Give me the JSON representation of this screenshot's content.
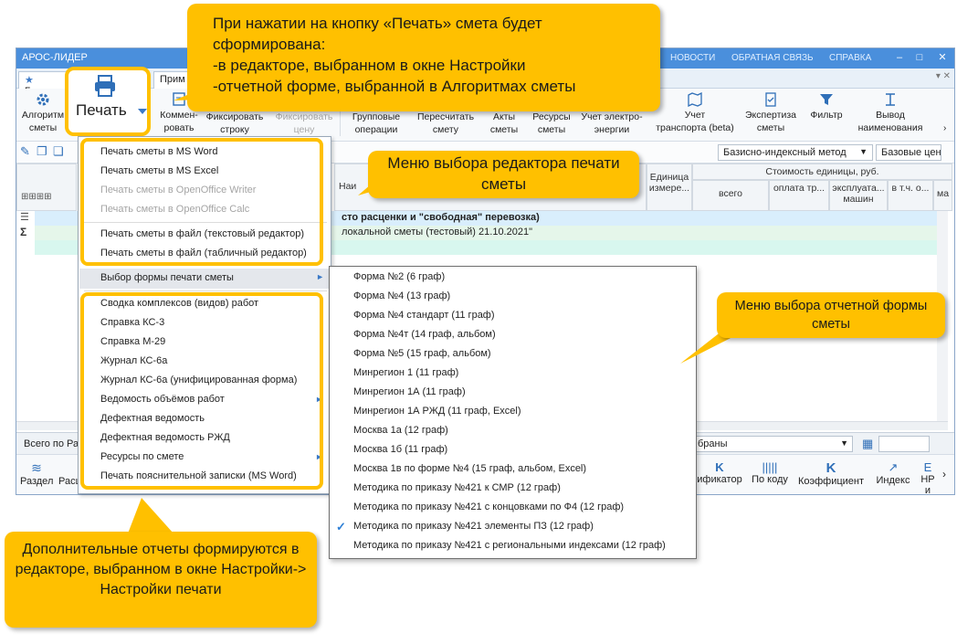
{
  "app": {
    "title": "АРОС-ЛИДЕР",
    "top_links": [
      "НОВОСТИ",
      "ОБРАТНАЯ СВЯЗЬ",
      "СПРАВКА"
    ],
    "tabs": [
      "Главна",
      "Прим"
    ]
  },
  "ribbon": {
    "algo": "Алгоритм\nсметы",
    "print": "Печать",
    "comment": "Коммен-\nровать",
    "fix_row": "Фиксировать\nстроку",
    "fix_price": "Фиксировать\nцену",
    "group_ops": "Групповые\nоперации",
    "recalc": "Пересчитать\nсмету",
    "acts": "Акты\nсметы",
    "resources": "Ресурсы\nсметы",
    "electro": "Учет электро-\nэнергии",
    "transport": "Учет\nтранспорта (beta)",
    "expertise": "Экспертиза\nсметы",
    "filter": "Фильтр",
    "output_names": "Вывод\nнаименования"
  },
  "toolrow": {
    "method": "Базисно-индексный метод",
    "prices": "Базовые цен"
  },
  "grid": {
    "col_name": "Наи",
    "col_unit": "Единица\nизмере...",
    "col_cost_group": "Стоимость единицы, руб.",
    "col_total": "всего",
    "col_pay": "оплата тр...",
    "col_machines": "эксплуата...\nмашин",
    "col_incl": "в т.ч. о...",
    "col_ma": "ма",
    "row1": "сто расценки и \"свободная\" перевозка)",
    "row2": "локальной сметы (тестовый) 21.10.2021\""
  },
  "status": {
    "left": "Всего по Ра",
    "right_combo": "браны"
  },
  "bottombar": {
    "razdel": "Раздел",
    "rasc": "Расц",
    "classifier": "ификатор",
    "by_code": "По коду",
    "coefficient": "Коэффициент",
    "index": "Индекс",
    "hp": "НР и"
  },
  "dropdown": {
    "items_editors": [
      {
        "label": "Печать сметы в MS Word",
        "enabled": true
      },
      {
        "label": "Печать сметы в MS Excel",
        "enabled": true
      },
      {
        "label": "Печать сметы в OpenOffice Writer",
        "enabled": false
      },
      {
        "label": "Печать сметы в OpenOffice Calc",
        "enabled": false
      },
      {
        "label": "Печать сметы в файл (текстовый редактор)",
        "enabled": true
      },
      {
        "label": "Печать сметы в файл (табличный редактор)",
        "enabled": true
      }
    ],
    "select_form": "Выбор формы печати сметы",
    "reports": [
      {
        "label": "Сводка комплексов (видов) работ",
        "sub": false
      },
      {
        "label": "Справка КС-3",
        "sub": false
      },
      {
        "label": "Справка М-29",
        "sub": false
      },
      {
        "label": "Журнал КС-6а",
        "sub": false
      },
      {
        "label": "Журнал КС-6а (унифицированная форма)",
        "sub": false
      },
      {
        "label": "Ведомость объёмов работ",
        "sub": true
      },
      {
        "label": "Дефектная ведомость",
        "sub": false
      },
      {
        "label": "Дефектная ведомость РЖД",
        "sub": false
      },
      {
        "label": "Ресурсы по смете",
        "sub": true
      },
      {
        "label": "Печать пояснительной записки (MS Word)",
        "sub": false
      }
    ]
  },
  "submenu": {
    "items": [
      "Форма №2 (6 граф)",
      "Форма №4 (13 граф)",
      "Форма №4 стандарт (11 граф)",
      "Форма №4т (14 граф, альбом)",
      "Форма №5 (15 граф, альбом)",
      "Минрегион 1 (11 граф)",
      "Минрегион 1А (11 граф)",
      "Минрегион 1А РЖД (11 граф, Excel)",
      "Москва 1а (12 граф)",
      "Москва 1б (11 граф)",
      "Москва 1в по форме №4 (15 граф, альбом, Excel)",
      "Методика по приказу №421 к СМР (12 граф)",
      "Методика по приказу №421 с концовками по Ф4 (12 граф)",
      "Методика по приказу №421 элементы ПЗ (12 граф)",
      "Методика по приказу №421 с региональными индексами (12 граф)"
    ],
    "checked_index": 13
  },
  "callouts": {
    "top": "При нажатии на кнопку «Печать» смета будет сформирована:\n-в редакторе, выбранном в окне Настройки\n-отчетной форме, выбранной в Алгоритмах сметы",
    "editor_menu": "Меню выбора редактора печати сметы",
    "form_menu": "Меню выбора отчетной формы сметы",
    "reports": "Дополнительные отчеты формируются в редакторе, выбранном в окне Настройки-> Настройки печати"
  },
  "colors": {
    "accent": "#ffc000",
    "title_bar": "#4a8fdc",
    "check": "#2d7fd6"
  }
}
